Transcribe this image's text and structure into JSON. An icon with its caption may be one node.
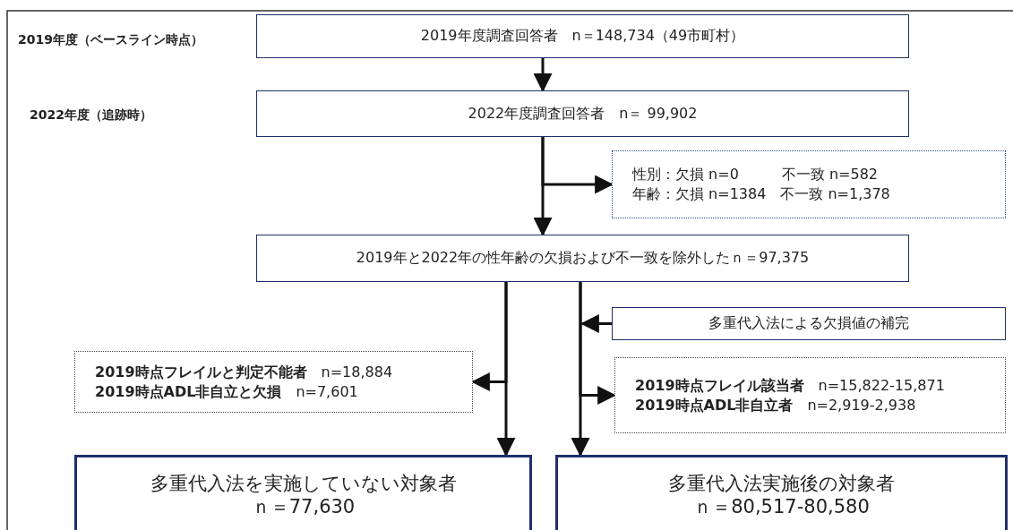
{
  "diagram": {
    "nodes": [
      {
        "text": [
          "2019年度調査回答者　n＝148,734（49市町村）"
        ]
      },
      {
        "text": [
          "2022年度調査回答者　n＝ 99,902"
        ]
      },
      {
        "text": [
          "性別：欠損 n=0　　　不一致 n=582",
          "年齢：欠損 n=1384　不一致 n=1,378"
        ]
      },
      {
        "text": [
          "2019年と2022年の性年齢の欠損および不一致を除外したｎ＝97,375"
        ]
      },
      {
        "text": [
          "多重代入法による欠損値の補完"
        ]
      },
      {
        "text": [
          "**2019時点フレイルと判定不能者**　n=18,884",
          "**2019時点ADL非自立と欠損**　n=7,601"
        ]
      },
      {
        "text": [
          "**2019時点フレイル該当者**　n=15,822-15,871",
          "**2019時点ADL非自立者**　n=2,919-2,938"
        ]
      },
      {
        "text": [
          "多重代入法を実施していない対象者",
          "ｎ＝77,630"
        ]
      },
      {
        "text": [
          "多重代入法実施後の対象者",
          "ｎ＝80,517-80,580"
        ]
      }
    ],
    "edges": [
      {
        "from": 0,
        "to": 1,
        "arrow": "to"
      },
      {
        "from": 1,
        "to": 3,
        "arrow": "to"
      },
      {
        "from": 1,
        "to": 2,
        "arrow": "to"
      },
      {
        "from": 3,
        "to": 7,
        "arrow": "to"
      },
      {
        "from": 3,
        "to": 5,
        "arrow": "to"
      },
      {
        "from": 3,
        "to": 8,
        "arrow": "to"
      },
      {
        "from": 3,
        "to": 6,
        "arrow": "to"
      },
      {
        "from": 4,
        "to": null,
        "arrow": "to"
      }
    ],
    "labels": [
      "2019年度（ベースライン時点）",
      "2022年度（追跡時）"
    ]
  }
}
